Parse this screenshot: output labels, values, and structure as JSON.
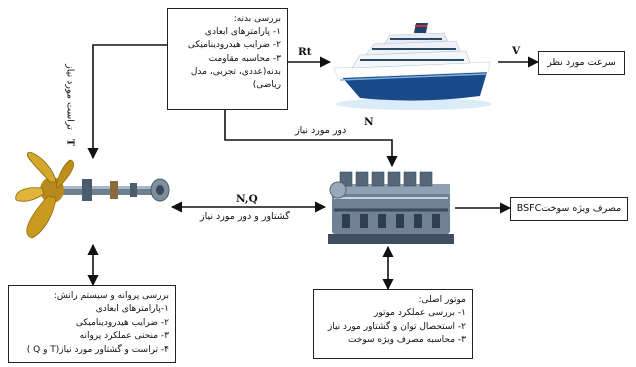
{
  "hull_box": {
    "lines": [
      "بررسی بدنه:",
      "۱- پارامترهای ابعادی",
      "۲- ضرایب هیدرودینامیکی",
      "۳- محاسبه مقاومت",
      "بدنه(عددی، تجربی، مدل",
      "ریاضی)"
    ]
  },
  "speed_box": {
    "text": "سرعت مورد نظر"
  },
  "bsfc_box": {
    "text": "مصرف ویژه سوختBSFC"
  },
  "propeller_box": {
    "lines": [
      "بررسی پروانه و سیستم رانش:",
      "۱-پارامترهای ابعادی",
      "۲- ضرایب هیدرودینامیکی",
      "۳- منحنی عملکرد پروانه",
      "۴- تراست و گشتاور مورد نیاز(T و Q )"
    ]
  },
  "engine_box": {
    "lines": [
      "موتور اصلی:",
      "۱- بررسی عملکرد موتور",
      "۲- استحصال توان و گشتاور مورد نیاز",
      "۳- محاسبه مصرف ویژه سوخت"
    ]
  },
  "labels": {
    "rt": "Rt",
    "v": "V",
    "n_symbol": "N",
    "n_text": "دور مورد نیاز",
    "nq_symbol": "N,Q",
    "nq_text": "گشتاور و دور مورد نیاز",
    "t_symbol": "T",
    "t_text": "تراست مورد نیاز"
  }
}
